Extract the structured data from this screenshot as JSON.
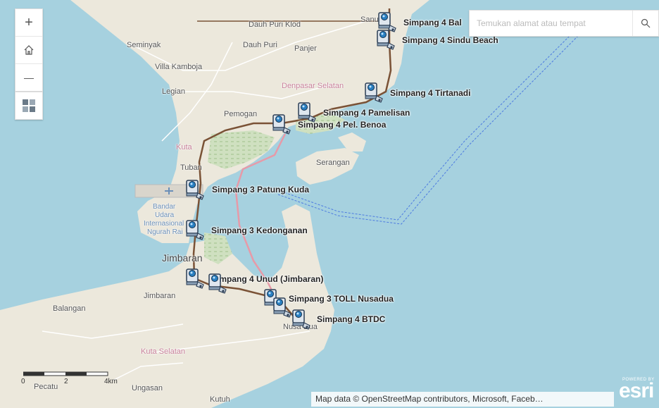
{
  "search": {
    "placeholder": "Temukan alamat atau tempat"
  },
  "attribution": "Map data © OpenStreetMap contributors, Microsoft, Faceb…",
  "esri": {
    "powered": "POWERED BY",
    "logo": "esri"
  },
  "scale": {
    "zero": "0",
    "two": "2",
    "four": "4km"
  },
  "zoom": {
    "in": "+",
    "out": "—"
  },
  "colors": {
    "water": "#a6d1df",
    "land": "#ece8dc",
    "route": "#7a5236",
    "shipping": "#4d7be0"
  },
  "places": [
    {
      "id": "dauh-puri-klod",
      "text": "Dauh Puri Klod",
      "style": ""
    },
    {
      "id": "seminyak",
      "text": "Seminyak",
      "style": ""
    },
    {
      "id": "dauh-puri",
      "text": "Dauh Puri",
      "style": ""
    },
    {
      "id": "panjer",
      "text": "Panjer",
      "style": ""
    },
    {
      "id": "sanur",
      "text": "Sanur",
      "style": ""
    },
    {
      "id": "villa-kamboja",
      "text": "Villa Kamboja",
      "style": ""
    },
    {
      "id": "legian",
      "text": "Legian",
      "style": ""
    },
    {
      "id": "denpasar-selatan",
      "text": "Denpasar Selatan",
      "style": "pink"
    },
    {
      "id": "pemogan",
      "text": "Pemogan",
      "style": ""
    },
    {
      "id": "kuta",
      "text": "Kuta",
      "style": "pink"
    },
    {
      "id": "serangan",
      "text": "Serangan",
      "style": ""
    },
    {
      "id": "tuban",
      "text": "Tuban",
      "style": ""
    },
    {
      "id": "bandar",
      "text": "Bandar",
      "style": "blue"
    },
    {
      "id": "udara",
      "text": "Udara",
      "style": "blue"
    },
    {
      "id": "internasional",
      "text": "Internasional",
      "style": "blue"
    },
    {
      "id": "ngurah-rai",
      "text": "Ngurah Rai",
      "style": "blue"
    },
    {
      "id": "jimbaran-lg",
      "text": "Jimbaran",
      "style": "lg"
    },
    {
      "id": "jimbaran",
      "text": "Jimbaran",
      "style": ""
    },
    {
      "id": "balangan",
      "text": "Balangan",
      "style": ""
    },
    {
      "id": "kuta-selatan",
      "text": "Kuta Selatan",
      "style": "pink"
    },
    {
      "id": "nusa-dua",
      "text": "Nusa Dua",
      "style": ""
    },
    {
      "id": "pecatu",
      "text": "Pecatu",
      "style": ""
    },
    {
      "id": "ungasan",
      "text": "Ungasan",
      "style": ""
    },
    {
      "id": "kutuh",
      "text": "Kutuh",
      "style": ""
    }
  ],
  "cameras": [
    {
      "id": "bali",
      "label": "Simpang 4 Bal"
    },
    {
      "id": "sindu-beach",
      "label": "Simpang 4 Sindu Beach"
    },
    {
      "id": "tirtanadi",
      "label": "Simpang 4 Tirtanadi"
    },
    {
      "id": "pamelisan",
      "label": "Simpang 4 Pamelisan"
    },
    {
      "id": "pel-benoa",
      "label": "Simpang 4 Pel. Benoa"
    },
    {
      "id": "patung-kuda",
      "label": "Simpang 3 Patung Kuda"
    },
    {
      "id": "kedonganan",
      "label": "Simpang 3 Kedonganan"
    },
    {
      "id": "unud-jimbaran",
      "label": "Simpang 4 Unud (Jimbaran)"
    },
    {
      "id": "unud-jimbaran-2",
      "label": ""
    },
    {
      "id": "toll-nusadua",
      "label": "Simpang 3 TOLL Nusadua"
    },
    {
      "id": "toll-nusadua-2",
      "label": ""
    },
    {
      "id": "btdc",
      "label": "Simpang 4 BTDC"
    }
  ]
}
